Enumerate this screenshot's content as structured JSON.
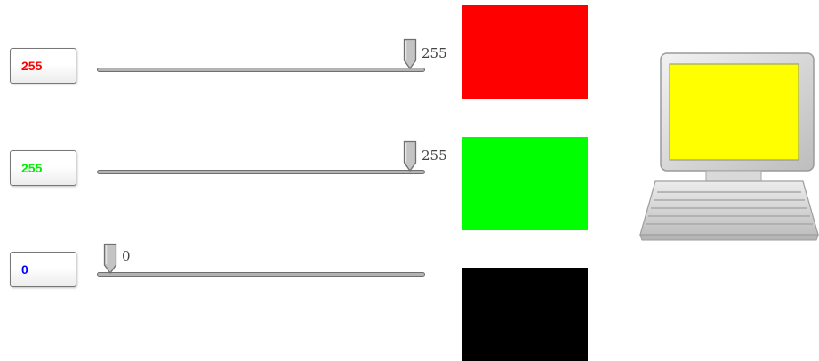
{
  "channels": [
    {
      "name": "red",
      "value_text": "255",
      "value": 255,
      "max": 255,
      "text_color": "#ff0000",
      "swatch_color": "#ff0000"
    },
    {
      "name": "green",
      "value_text": "255",
      "value": 255,
      "max": 255,
      "text_color": "#00ee00",
      "swatch_color": "#00ff00"
    },
    {
      "name": "blue",
      "value_text": "0",
      "value": 0,
      "max": 255,
      "text_color": "#0000ff",
      "swatch_color": "#000000"
    }
  ],
  "monitor": {
    "icon": "computer-monitor-icon",
    "screen_color": "#ffff00"
  },
  "colors": {
    "track": "#b3b3b3",
    "thumb": "#c4c4c4",
    "outline": "#6f6f6f"
  }
}
